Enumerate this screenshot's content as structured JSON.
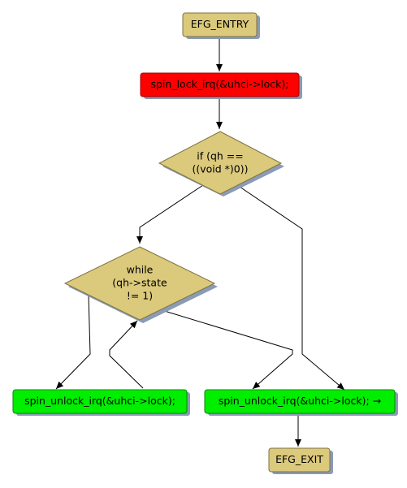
{
  "colors": {
    "background": "#ffffff",
    "terminal": "#dbc97c",
    "lock": "#ff0000",
    "unlock": "#00ee00",
    "decision": "#dbc97c",
    "shadow": "#8a9bb5",
    "edge": "#000000"
  },
  "nodes": {
    "entry": {
      "label": "EFG_ENTRY"
    },
    "lock": {
      "label": "spin_lock_irq(&uhci->lock);"
    },
    "decision_qh": {
      "line1": "if (qh ==",
      "line2": "((void *)0))"
    },
    "decision_state": {
      "line1": "while",
      "line2": "(qh->state",
      "line3": "!= 1)"
    },
    "unlock_left": {
      "label": "spin_unlock_irq(&uhci->lock);"
    },
    "unlock_right": {
      "label": "spin_unlock_irq(&uhci->lock); →"
    },
    "exit": {
      "label": "EFG_EXIT"
    }
  }
}
